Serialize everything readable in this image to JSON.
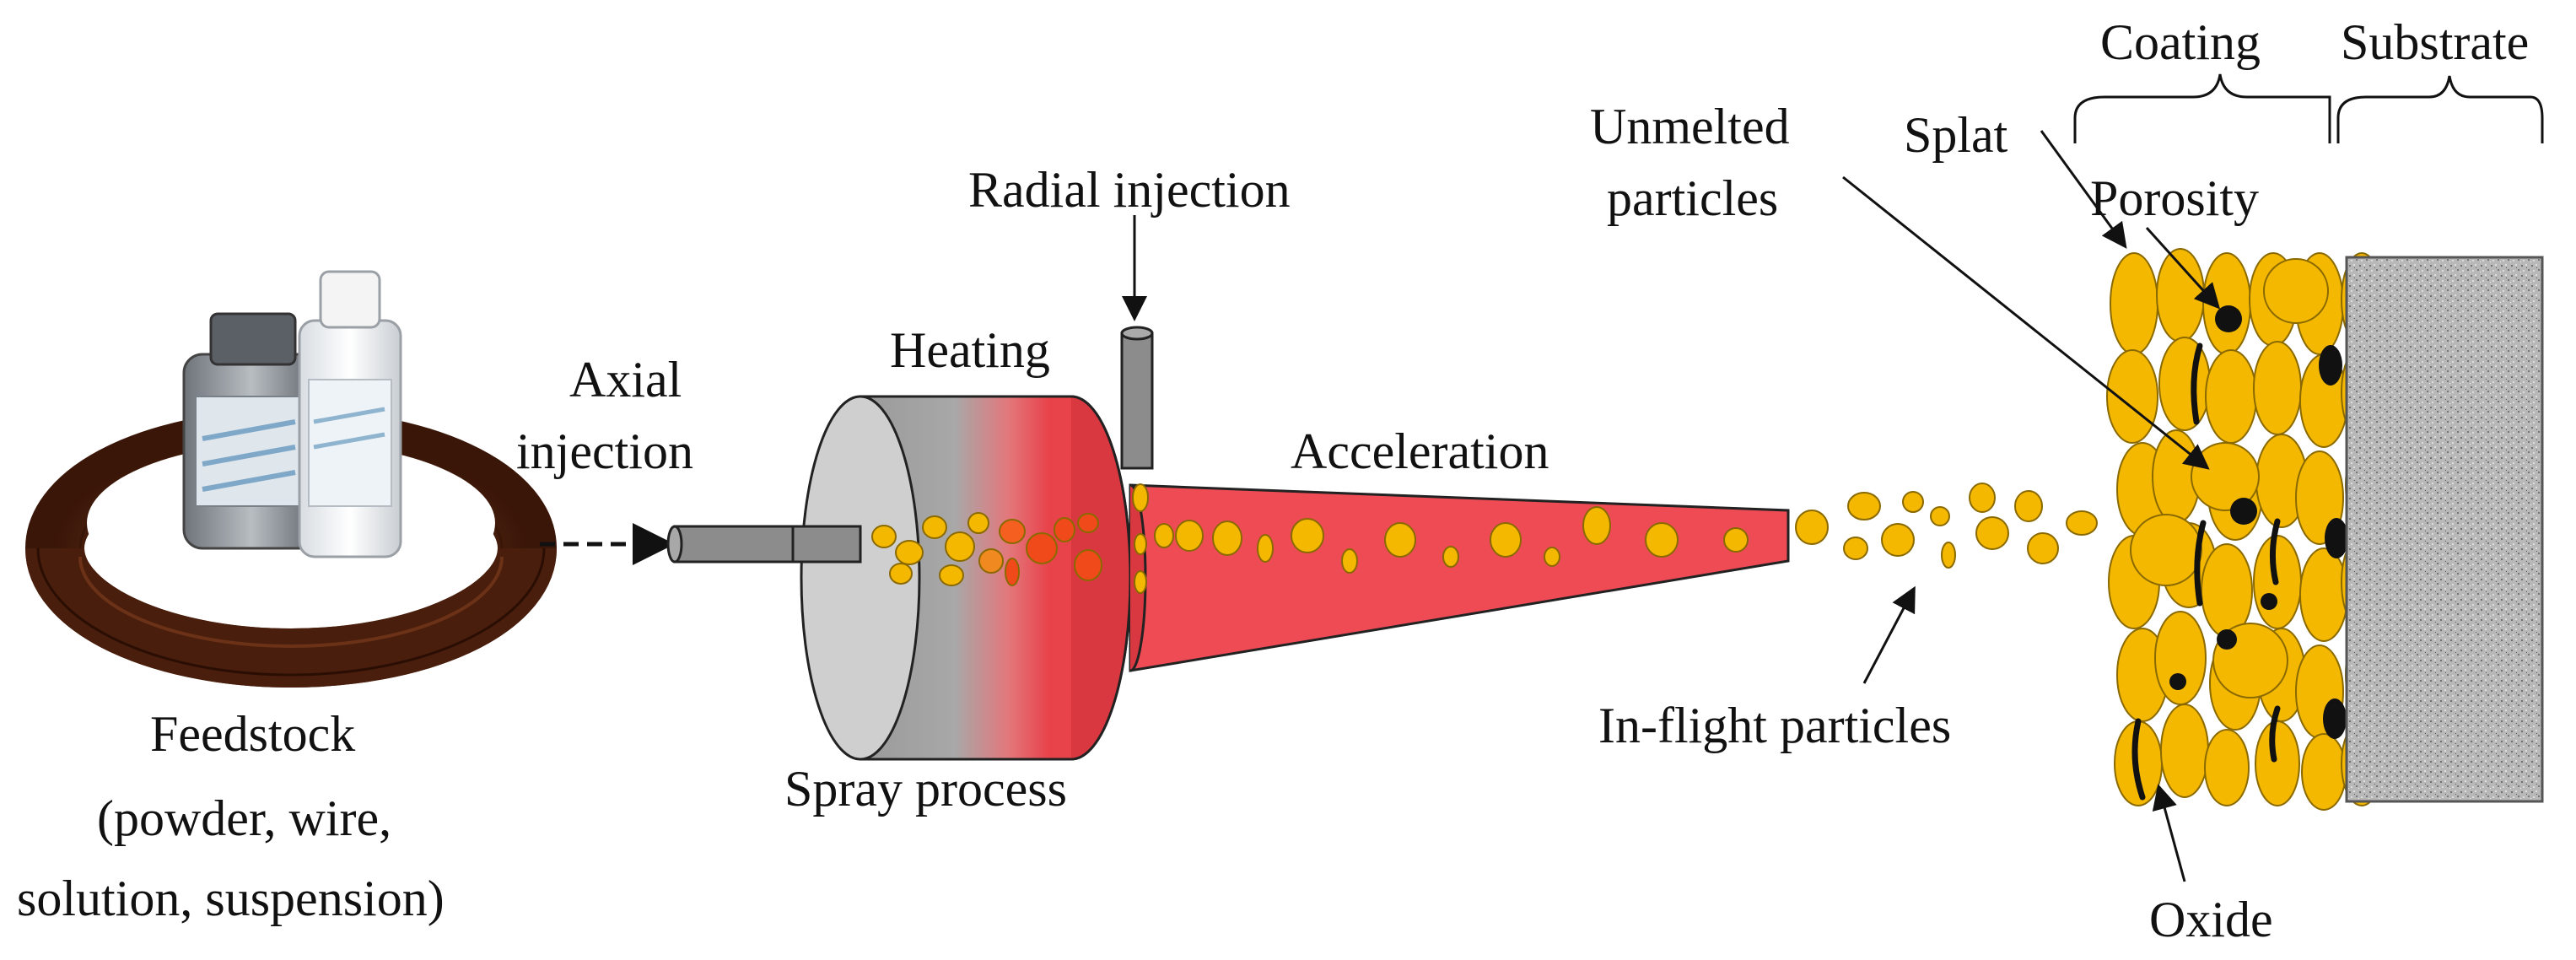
{
  "labels": {
    "coating": "Coating",
    "substrate": "Substrate",
    "unmelted_line1": "Unmelted",
    "unmelted_line2": "particles",
    "splat": "Splat",
    "porosity": "Porosity",
    "radial_injection": "Radial injection",
    "heating": "Heating",
    "axial_line1": "Axial",
    "axial_line2": "injection",
    "acceleration": "Acceleration",
    "in_flight": "In-flight particles",
    "feedstock_line1": "Feedstock",
    "feedstock_line2": "(powder, wire,",
    "feedstock_line3": "solution, suspension)",
    "spray_process": "Spray process",
    "oxide": "Oxide"
  },
  "colors": {
    "particle": "#F5B800",
    "particle_stroke": "#8A6A00",
    "hot_particle": "#F04A1A",
    "chamber_red": "#E8424A",
    "chamber_grey": "#9A9A9A",
    "nozzle_red": "#EE4B55",
    "substrate": "#B8B8B8",
    "wire": "#5A2A14",
    "pore": "#111111"
  },
  "icons": {
    "feedstock": "wire-coil-and-bottles-icon"
  }
}
